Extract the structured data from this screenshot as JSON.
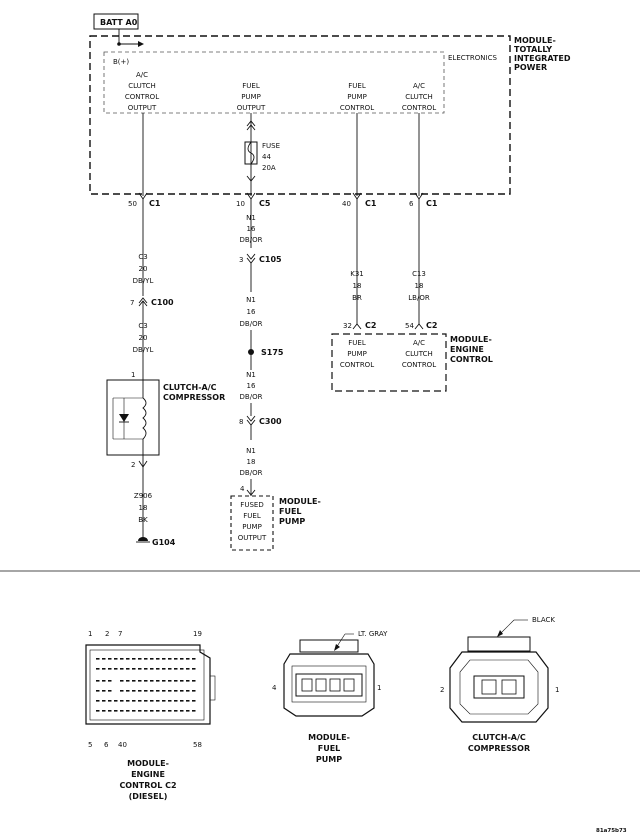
{
  "batt_label": "BATT A0",
  "tip_label": "B(+)",
  "module_tip": {
    "title": [
      "MODULE-",
      "TOTALLY",
      "INTEGRATED",
      "POWER"
    ],
    "electronics_label": "ELECTRONICS"
  },
  "tip_outputs": [
    {
      "id": "ac-clutch-output",
      "lines": [
        "A/C",
        "CLUTCH",
        "CONTROL",
        "OUTPUT"
      ]
    },
    {
      "id": "fuel-pump-output",
      "lines": [
        "FUEL",
        "PUMP",
        "OUTPUT"
      ]
    },
    {
      "id": "fuel-pump-control",
      "lines": [
        "FUEL",
        "PUMP",
        "CONTROL"
      ]
    },
    {
      "id": "ac-clutch-control",
      "lines": [
        "A/C",
        "CLUTCH",
        "CONTROL"
      ]
    }
  ],
  "fuse": {
    "lines": [
      "FUSE",
      "44",
      "20A"
    ]
  },
  "connectors": {
    "c1_a": {
      "pin": "50",
      "name": "C1"
    },
    "c5": {
      "pin": "10",
      "name": "C5"
    },
    "c1_b": {
      "pin": "40",
      "name": "C1"
    },
    "c1_c": {
      "pin": "6",
      "name": "C1"
    },
    "c100": {
      "pin": "7",
      "name": "C100"
    },
    "c105": {
      "pin": "3",
      "name": "C105"
    },
    "c300": {
      "pin": "8",
      "name": "C300"
    },
    "c2_a": {
      "pin": "32",
      "name": "C2"
    },
    "c2_b": {
      "pin": "54",
      "name": "C2"
    },
    "fp_pin": "4",
    "clutch_pin1": "1",
    "clutch_pin2": "2"
  },
  "splice": {
    "name": "S175"
  },
  "ground": {
    "name": "G104"
  },
  "wires": {
    "c3_upper": [
      "C3",
      "20",
      "DB/YL"
    ],
    "c3_lower": [
      "C3",
      "20",
      "DB/YL"
    ],
    "n1_a": [
      "N1",
      "16",
      "DB/OR"
    ],
    "n1_b": [
      "N1",
      "16",
      "DB/OR"
    ],
    "n1_c": [
      "N1",
      "16",
      "DB/OR"
    ],
    "n1_d": [
      "N1",
      "18",
      "DB/OR"
    ],
    "k31": [
      "K31",
      "18",
      "BR"
    ],
    "c13": [
      "C13",
      "18",
      "LB/OR"
    ],
    "z906": [
      "Z906",
      "18",
      "BK"
    ]
  },
  "clutch_title": [
    "CLUTCH-A/C",
    "COMPRESSOR"
  ],
  "ecm": {
    "title": [
      "MODULE-",
      "ENGINE",
      "CONTROL"
    ],
    "items": [
      [
        "FUEL",
        "PUMP",
        "CONTROL"
      ],
      [
        "A/C",
        "CLUTCH",
        "CONTROL"
      ]
    ]
  },
  "fuel_pump_module": {
    "title": [
      "MODULE-",
      "FUEL",
      "PUMP"
    ],
    "lines": [
      "FUSED",
      "FUEL",
      "PUMP",
      "OUTPUT"
    ]
  },
  "connector_views": {
    "ecm_c2": {
      "pins_top": [
        "1",
        "2",
        "7",
        "19"
      ],
      "pins_bottom": [
        "5",
        "6",
        "40",
        "58"
      ],
      "title": [
        "MODULE-",
        "ENGINE",
        "CONTROL C2",
        "(DIESEL)"
      ]
    },
    "fuel_pump": {
      "pin_left": "4",
      "pin_right": "1",
      "color": "LT. GRAY",
      "title": [
        "MODULE-",
        "FUEL",
        "PUMP"
      ]
    },
    "clutch": {
      "pin_left": "2",
      "pin_right": "1",
      "color": "BLACK",
      "title": [
        "CLUTCH-A/C",
        "COMPRESSOR"
      ]
    }
  },
  "drawing_id": "81a75b73"
}
